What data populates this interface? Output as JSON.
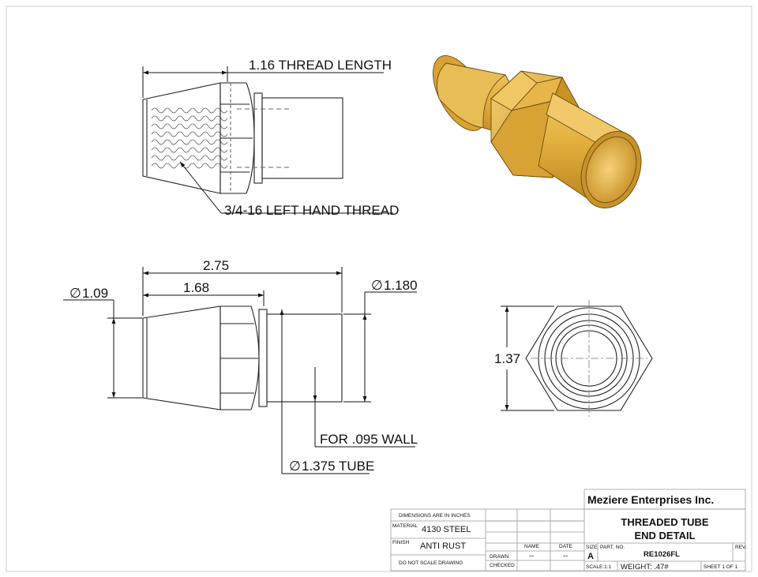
{
  "drawing": {
    "callouts": {
      "thread_length": "1.16 THREAD LENGTH",
      "left_hand_thread": "3/4-16 LEFT HAND THREAD"
    },
    "dimensions": {
      "overall_length": "2.75",
      "body_length": "1.68",
      "nose_diameter": "1.09",
      "tube_od": "1.180",
      "hex_across": "1.37",
      "wall_note": "FOR .095 WALL",
      "tube_size": "1.375 TUBE",
      "diameter_symbol": "∅"
    },
    "render_colors": {
      "brass_light": "#e8b84a",
      "brass_mid": "#d9a235",
      "brass_dark": "#b37e1a"
    }
  },
  "title_block": {
    "company": "Meziere Enterprises Inc.",
    "title_line1": "THREADED TUBE",
    "title_line2": "END DETAIL",
    "dimensions_note": "DIMENSIONS ARE IN INCHES",
    "material_label": "MATERIAL",
    "material_value": "4130 STEEL",
    "finish_label": "FINISH",
    "finish_value": "ANTI RUST",
    "do_not_scale": "DO NOT SCALE DRAWING",
    "name_header": "NAME",
    "date_header": "DATE",
    "drawn_label": "DRAWN",
    "drawn_name": "--",
    "drawn_date": "--",
    "checked_label": "CHECKED",
    "size_label": "SIZE",
    "size_value": "A",
    "part_no_label": "PART. NO.",
    "part_no_value": "RE1026FL",
    "rev_label": "REV.",
    "scale": "SCALE:1:1",
    "weight": "WEIGHT: .47#",
    "sheet": "SHEET 1 OF 1"
  }
}
